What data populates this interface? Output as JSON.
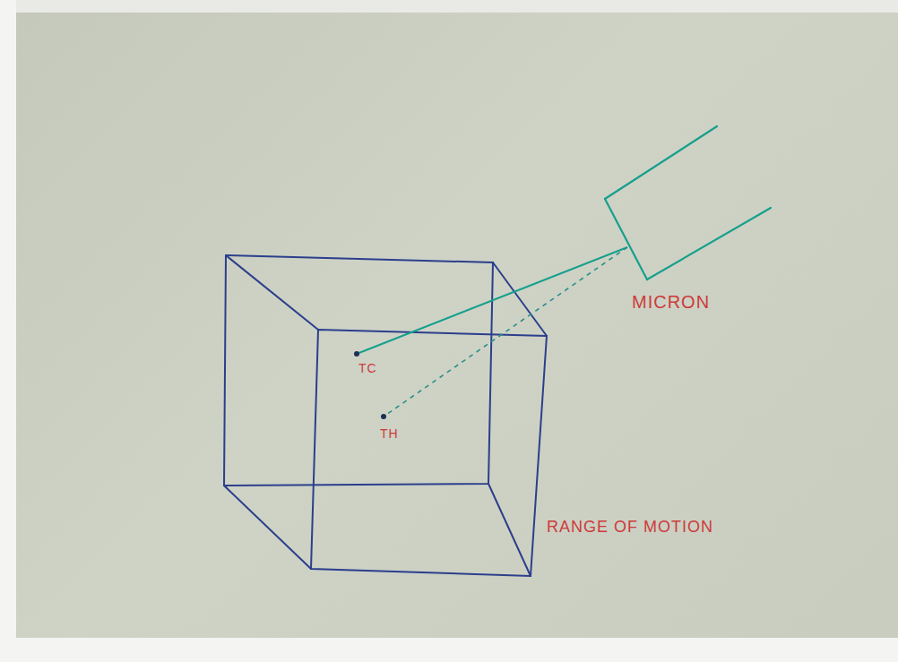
{
  "diagram": {
    "nodes": [
      {
        "text": [
          "RANGE OF MOTION"
        ]
      },
      {
        "text": [
          "MICRON"
        ]
      }
    ],
    "labels": [
      "TC",
      "TH"
    ]
  }
}
